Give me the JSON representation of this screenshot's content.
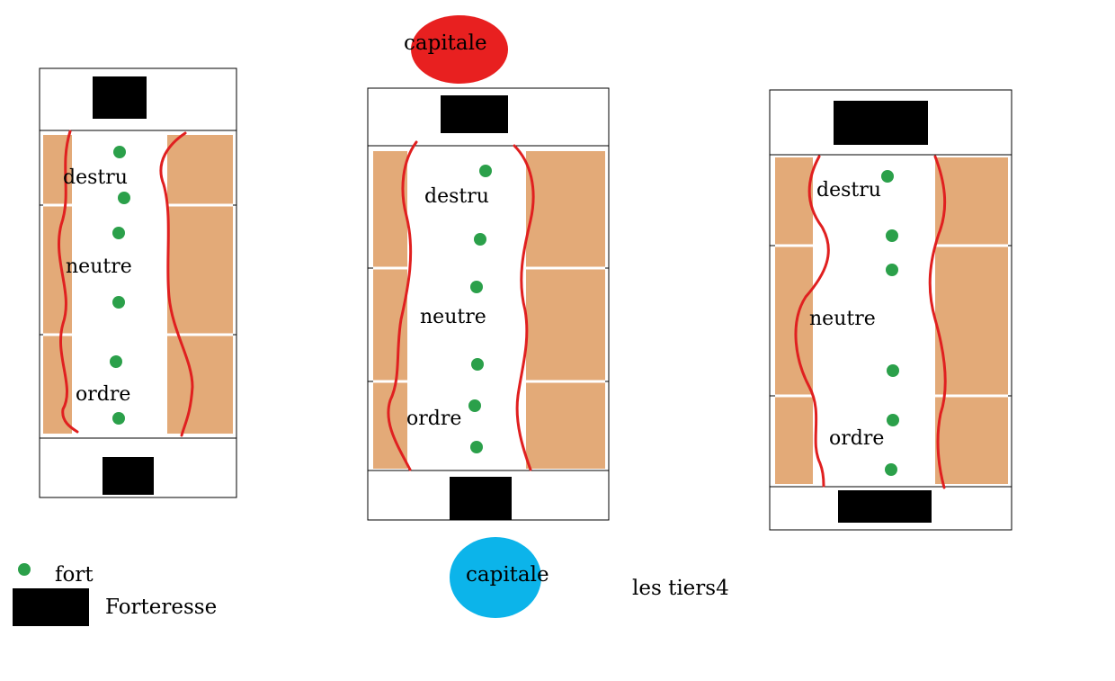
{
  "zones": {
    "destru": "destru",
    "neutre": "neutre",
    "ordre": "ordre"
  },
  "capitals": {
    "top": "capitale",
    "bottom": "capitale"
  },
  "legend": {
    "fort": "fort",
    "forteresse": "Forteresse"
  },
  "caption": "les tiers4",
  "colors": {
    "terrain": "#E3AA78",
    "border_line": "#E02020",
    "fort": "#2BA04A",
    "fortress": "#000000",
    "capital_top": "#E82020",
    "capital_bottom": "#0CB4EA"
  }
}
